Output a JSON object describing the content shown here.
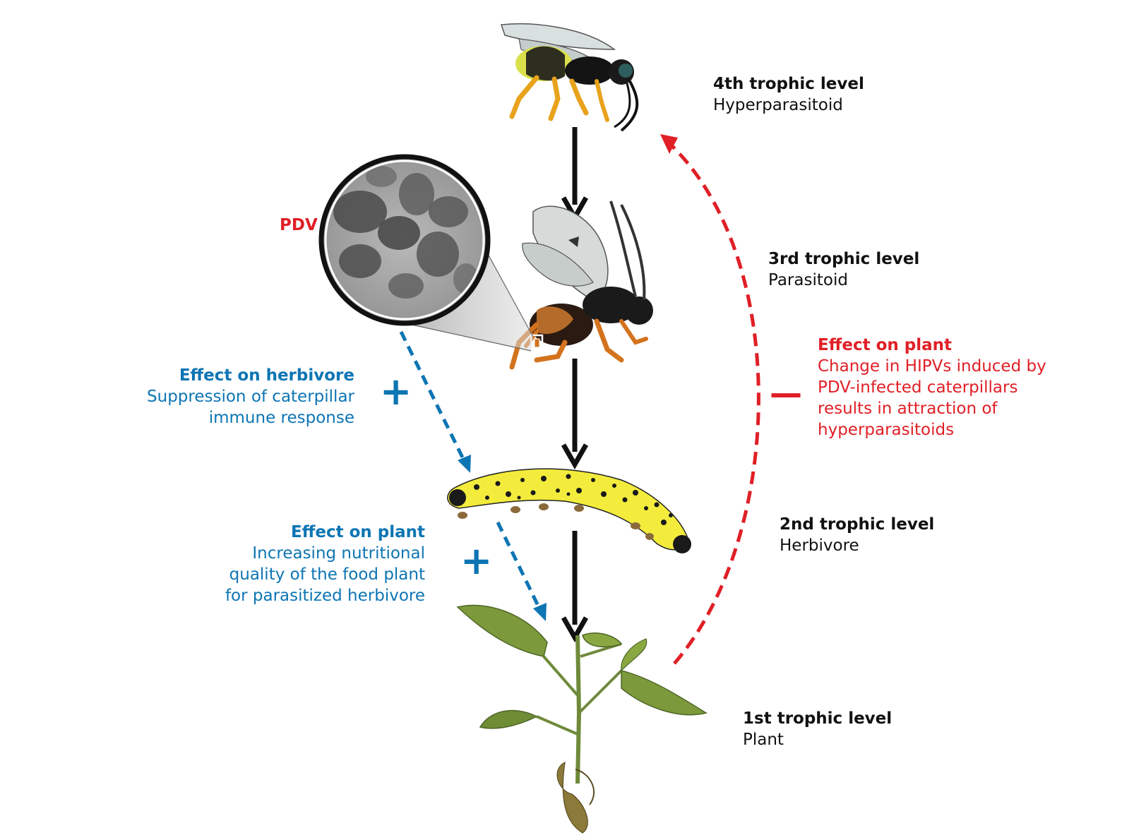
{
  "colors": {
    "blue": "#0d75b3",
    "red": "#e01f26",
    "black": "#111111",
    "caterpillar": "#f3ec3c",
    "leaf": "#7c9a3c",
    "wasp_leg": "#e8a21c"
  },
  "levels": {
    "fourth": {
      "title": "4th trophic level",
      "sub": "Hyperparasitoid"
    },
    "third": {
      "title": "3rd trophic level",
      "sub": "Parasitoid"
    },
    "second": {
      "title": "2nd trophic level",
      "sub": "Herbivore"
    },
    "first": {
      "title": "1st trophic level",
      "sub": "Plant"
    }
  },
  "pdv": {
    "label": "PDV"
  },
  "effect_herbivore": {
    "title": "Effect on herbivore",
    "lines": [
      "Suppression of caterpillar",
      "immune response"
    ],
    "sign": "+"
  },
  "effect_plant_blue": {
    "title": "Effect on plant",
    "lines": [
      "Increasing nutritional",
      "quality of the food plant",
      "for parasitized herbivore"
    ],
    "sign": "+"
  },
  "effect_plant_red": {
    "title": "Effect on plant",
    "lines": [
      "Change in HIPVs induced by",
      "PDV-infected caterpillars",
      "results in attraction of",
      "hyperparasitoids"
    ],
    "sign": "—"
  },
  "icons": [
    "hyperparasitoid-wasp-icon",
    "parasitoid-wasp-icon",
    "caterpillar-icon",
    "plant-icon",
    "pdv-micrograph-icon"
  ]
}
